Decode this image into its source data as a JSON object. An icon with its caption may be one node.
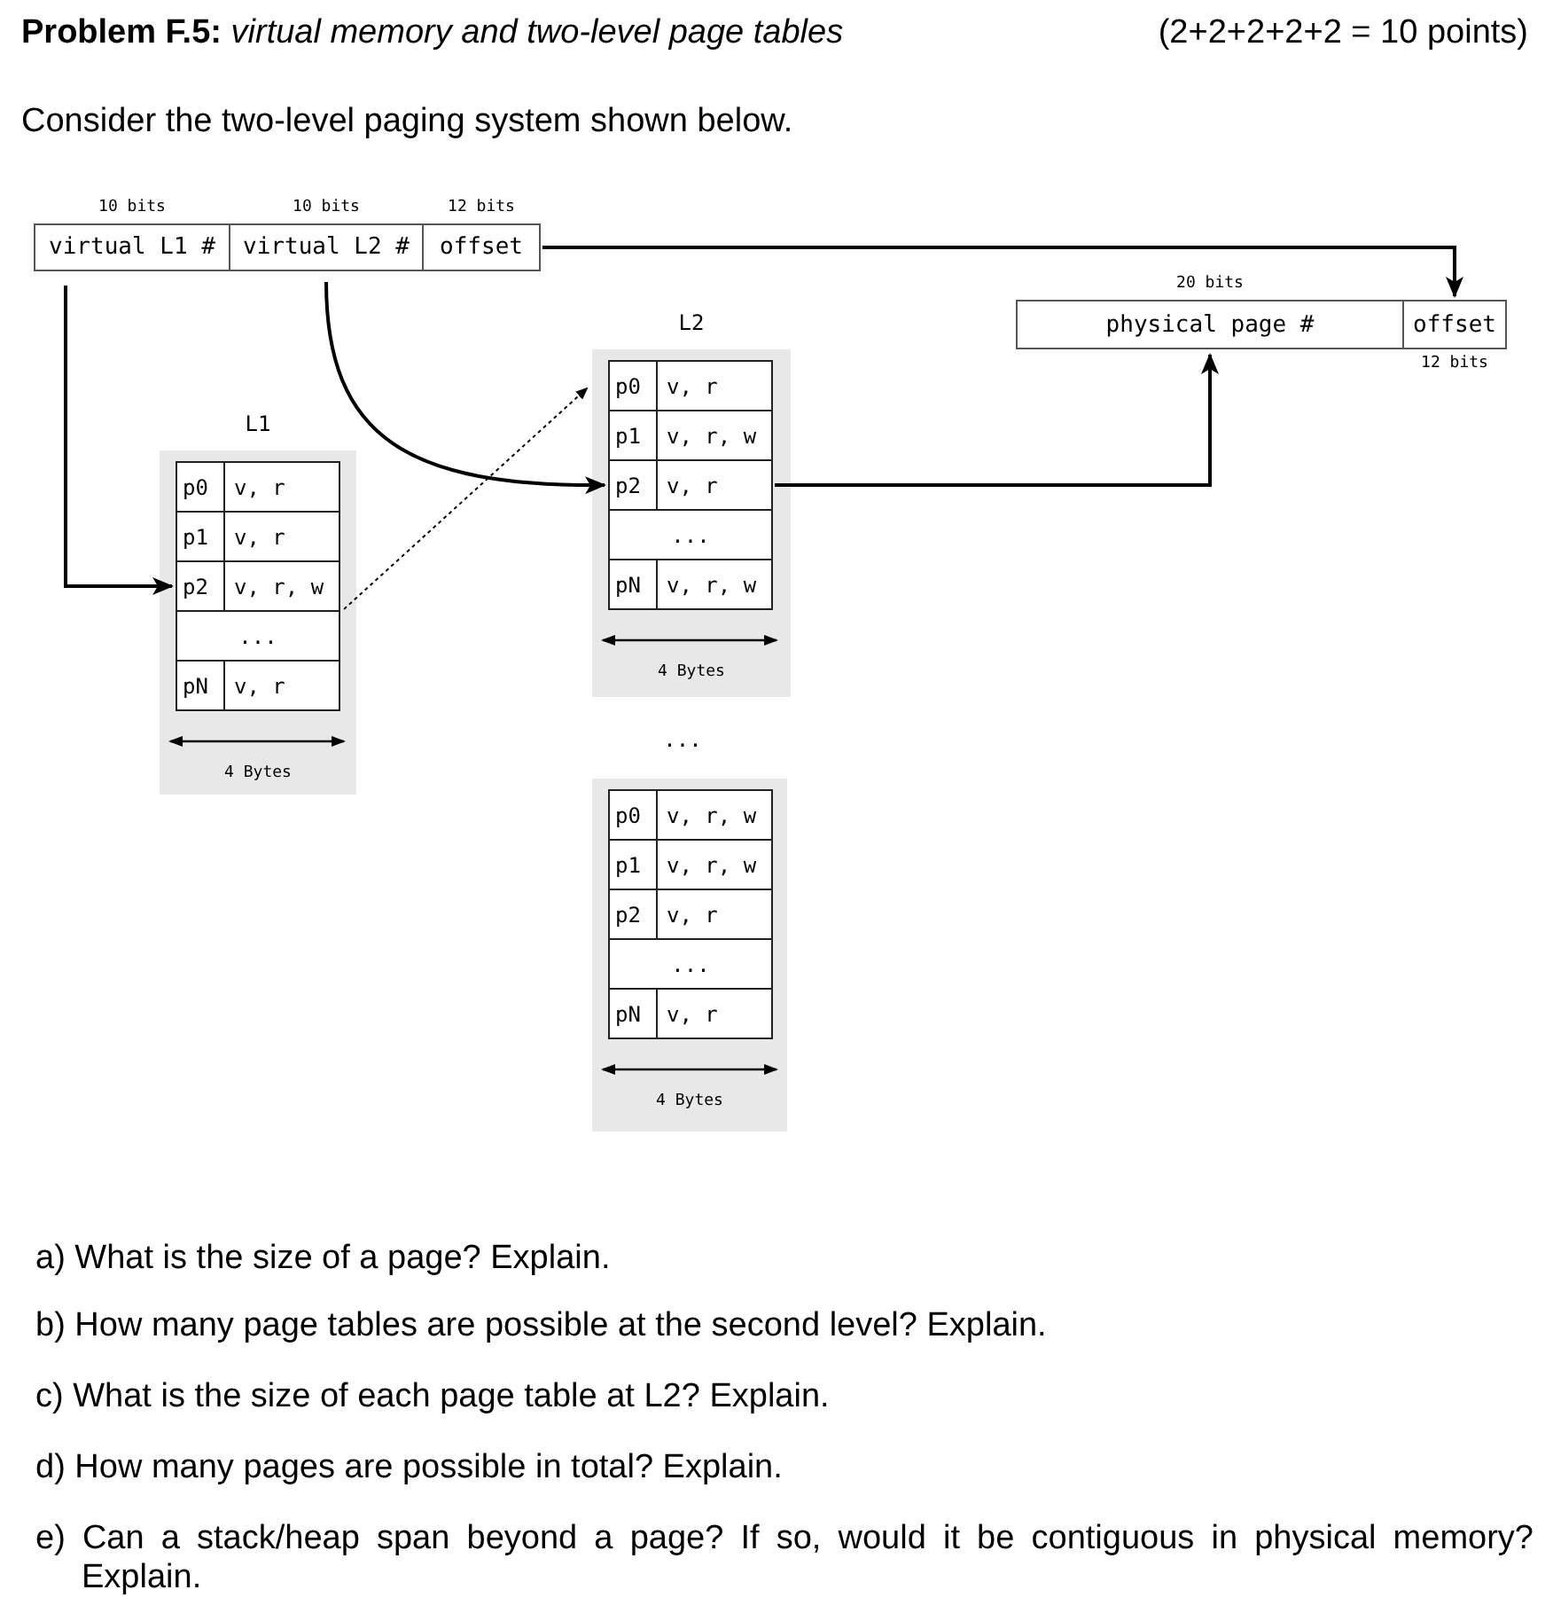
{
  "diagram": {
    "title": "**Problem F.5:** *virtual memory and two-level page tables*",
    "nodes": [
      {
        "text": [
          "virtual L1 #"
        ],
        "beside": [
          "10 bits"
        ]
      },
      {
        "text": [
          "virtual L2 #"
        ],
        "beside": [
          "10 bits"
        ]
      },
      {
        "text": [
          "offset"
        ],
        "beside": [
          "12 bits"
        ]
      },
      {
        "text": [
          "physical page #"
        ],
        "beside": [
          "20 bits"
        ]
      },
      {
        "text": [
          "offset"
        ],
        "beside": [
          "12 bits"
        ]
      },
      {
        "text": [
          "L1",
          "4 Bytes"
        ]
      },
      {
        "text": [
          "p0",
          "v, r"
        ],
        "in": 5
      },
      {
        "text": [
          "p1",
          "v, r"
        ],
        "in": 5
      },
      {
        "text": [
          "p2",
          "v, r, w"
        ],
        "in": 5
      },
      {
        "text": [
          "..."
        ],
        "in": 5
      },
      {
        "text": [
          "pN",
          "v, r"
        ],
        "in": 5
      },
      {
        "text": [
          "L2",
          "4 Bytes"
        ]
      },
      {
        "text": [
          "p0",
          "v, r"
        ],
        "in": 11
      },
      {
        "text": [
          "p1",
          "v, r, w"
        ],
        "in": 11
      },
      {
        "text": [
          "p2",
          "v, r"
        ],
        "in": 11
      },
      {
        "text": [
          "..."
        ],
        "in": 11
      },
      {
        "text": [
          "pN",
          "v, r, w"
        ],
        "in": 11
      },
      {
        "text": [
          "4 Bytes"
        ]
      },
      {
        "text": [
          "p0",
          "v, r, w"
        ],
        "in": 17
      },
      {
        "text": [
          "p1",
          "v, r, w"
        ],
        "in": 17
      },
      {
        "text": [
          "p2",
          "v, r"
        ],
        "in": 17
      },
      {
        "text": [
          "..."
        ],
        "in": 17
      },
      {
        "text": [
          "pN",
          "v, r"
        ],
        "in": 17
      }
    ],
    "edges": [
      {
        "from": 0,
        "to": 8,
        "arrow": "to"
      },
      {
        "from": 1,
        "to": 14,
        "arrow": "to"
      },
      {
        "from": 8,
        "to": 11,
        "arrow": "to",
        "style": "dashed"
      },
      {
        "from": 14,
        "to": 3,
        "arrow": "to"
      },
      {
        "from": 2,
        "to": 4,
        "arrow": "to"
      }
    ],
    "labels": [
      "(2+2+2+2+2 = 10 points)",
      "Consider the two-level paging system shown below.",
      "...",
      "a) What is the size of a page? Explain.",
      "b) How many page tables are possible at the second level? Explain.",
      "c) What is the size of each page table at L2? Explain.",
      "d) How many pages are possible in total? Explain.",
      "e) Can a stack/heap span beyond a page?  If so, would it be contiguous in physical memory? Explain."
    ]
  }
}
